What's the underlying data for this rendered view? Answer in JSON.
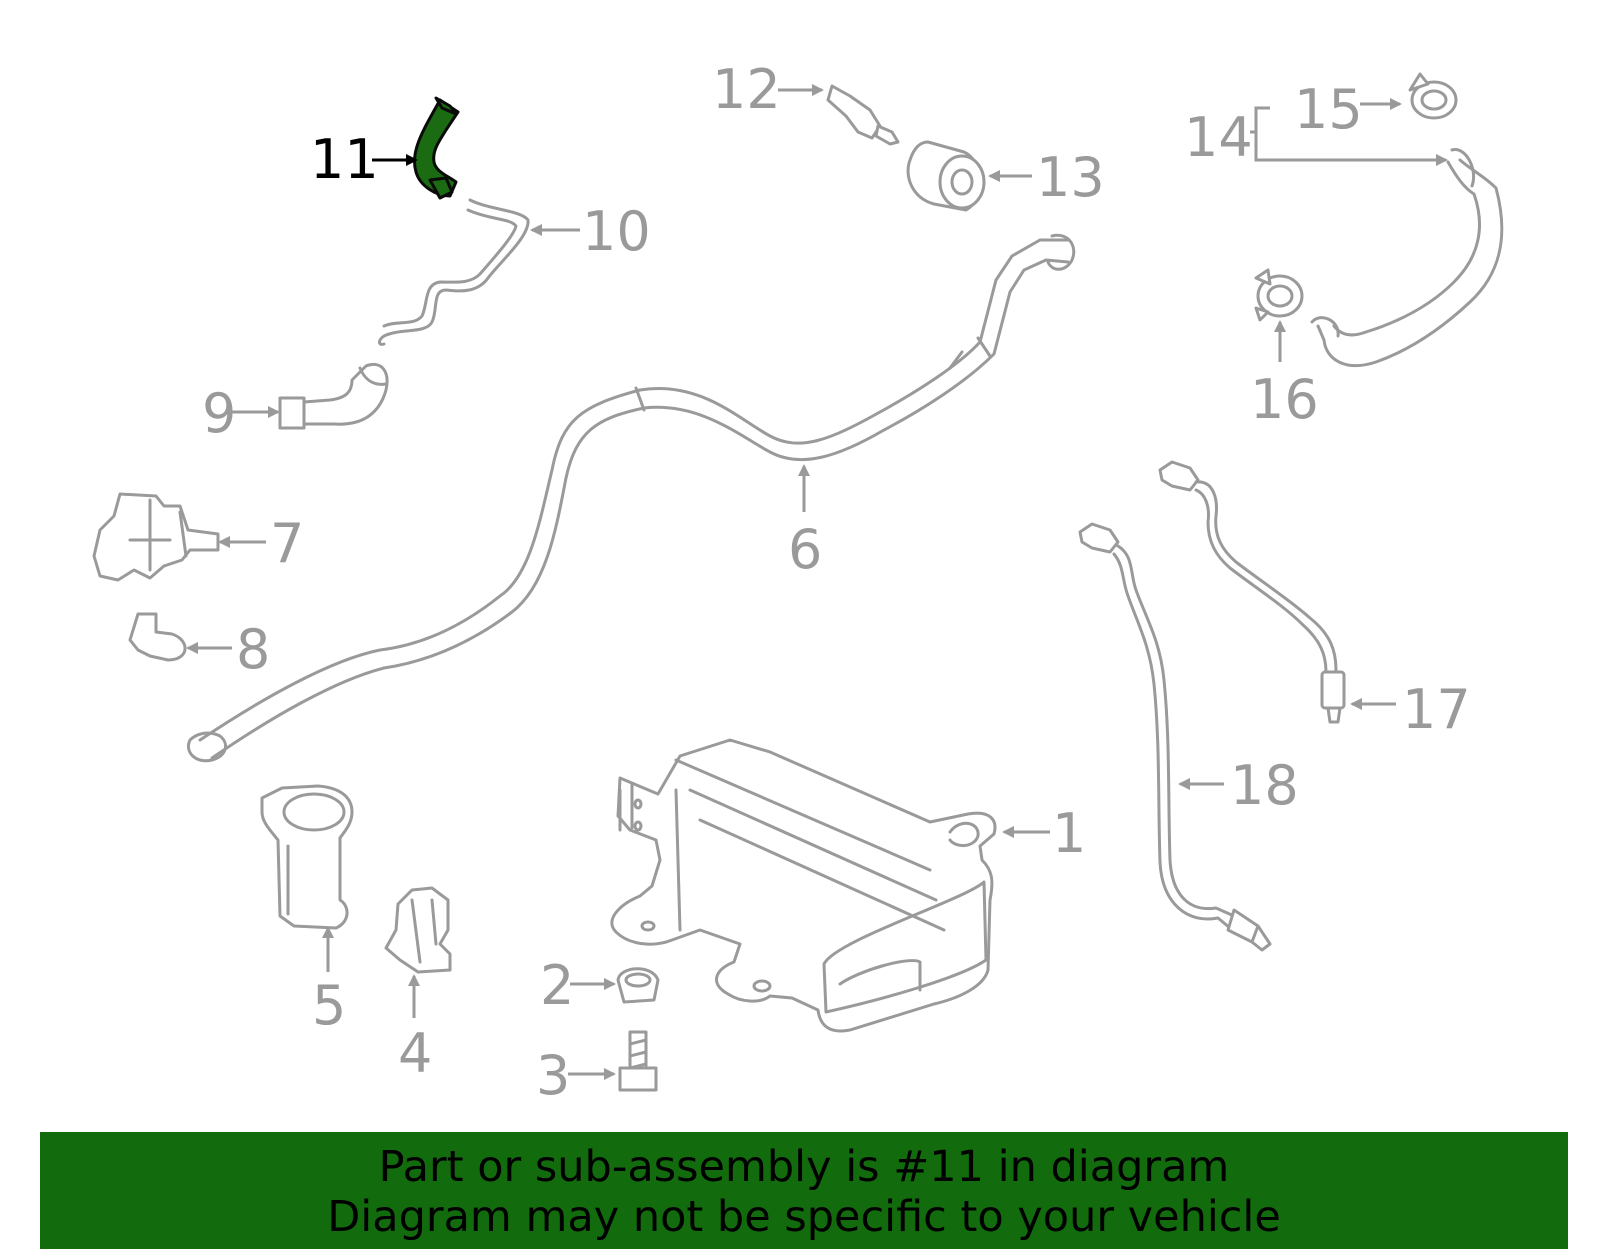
{
  "highlight_color": "#1a6b12",
  "part_color": "#9a9a9a",
  "banner_color": "#126b0c",
  "labels": {
    "p1": "1",
    "p2": "2",
    "p3": "3",
    "p4": "4",
    "p5": "5",
    "p6": "6",
    "p7": "7",
    "p8": "8",
    "p9": "9",
    "p10": "10",
    "p11": "11",
    "p12": "12",
    "p13": "13",
    "p14": "14",
    "p15": "15",
    "p16": "16",
    "p17": "17",
    "p18": "18"
  },
  "highlighted_part": "11",
  "banner": {
    "line1": "Part or sub-assembly is #11 in diagram",
    "line2": "Diagram may not be specific to your vehicle"
  }
}
